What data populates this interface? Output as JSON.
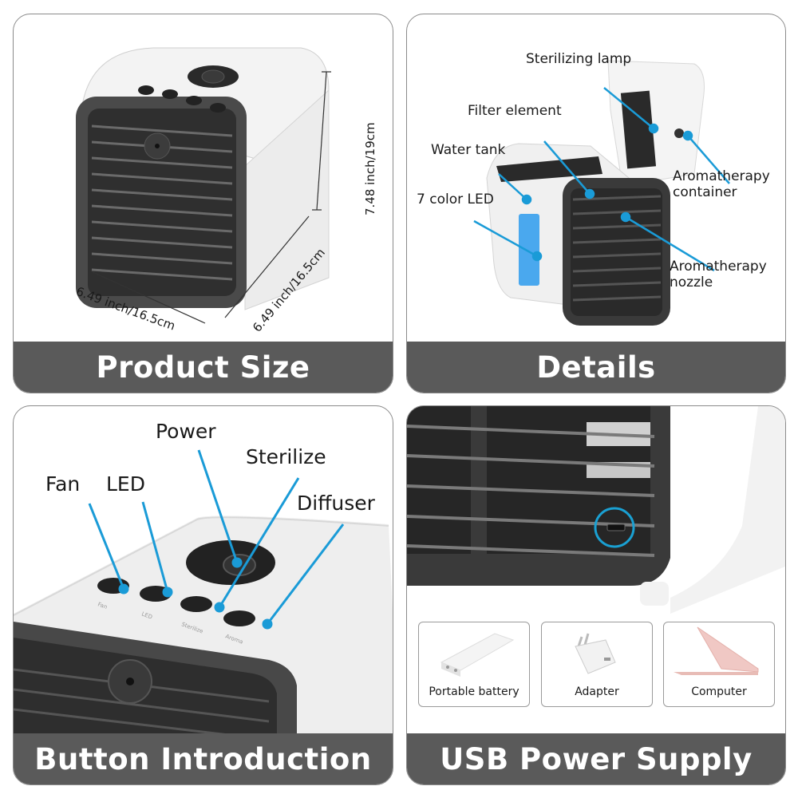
{
  "panels": [
    {
      "id": "product-size",
      "caption": "Product Size",
      "dimensions": {
        "height": "7.48 inch/19cm",
        "depth": "6.49 inch/16.5cm",
        "width": "6.49 inch/16.5cm"
      }
    },
    {
      "id": "details",
      "caption": "Details",
      "callouts": [
        "Sterilizing lamp",
        "Filter element",
        "Water tank",
        "7 color LED",
        "Aromatherapy\ncontainer",
        "Aromatherapy\nnozzle"
      ],
      "callout_lines": {
        "aroma_container_1": "Aromatherapy",
        "aroma_container_2": "container",
        "aroma_nozzle_1": "Aromatherapy",
        "aroma_nozzle_2": "nozzle"
      }
    },
    {
      "id": "button-introduction",
      "caption": "Button Introduction",
      "buttons": [
        "Power",
        "Sterilize",
        "Fan",
        "LED",
        "Diffuser"
      ]
    },
    {
      "id": "usb-power-supply",
      "caption": "USB Power Supply",
      "sources": [
        "Portable battery",
        "Adapter",
        "Computer"
      ]
    }
  ],
  "colors": {
    "callout_blue": "#1a9bd7",
    "caption_bar": "#5a5a5a",
    "device_dark": "#3a3a3a",
    "led_blue": "#4aa8ee"
  }
}
